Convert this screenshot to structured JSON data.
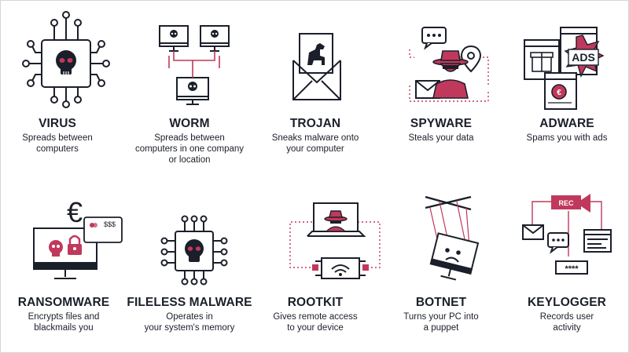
{
  "colors": {
    "ink": "#1b1f2a",
    "accent": "#c0395c",
    "red_dots": "#c0395c"
  },
  "cards": [
    {
      "id": "virus",
      "icon": "chip-skull-icon",
      "title": "VIRUS",
      "desc": [
        "Spreads between",
        "computers"
      ]
    },
    {
      "id": "worm",
      "icon": "network-monitors-icon",
      "title": "WORM",
      "desc": [
        "Spreads between",
        "computers in one company",
        "or location"
      ]
    },
    {
      "id": "trojan",
      "icon": "envelope-horse-icon",
      "title": "TROJAN",
      "desc": [
        "Sneaks malware onto",
        "your computer"
      ]
    },
    {
      "id": "spyware",
      "icon": "spy-agent-icon",
      "title": "SPYWARE",
      "desc": [
        "Steals your data"
      ]
    },
    {
      "id": "adware",
      "icon": "ads-popups-icon",
      "title": "ADWARE",
      "desc": [
        "Spams you with ads"
      ],
      "badge": "ADS"
    },
    {
      "id": "ransomware",
      "icon": "monitor-euro-lock-icon",
      "title": "RANSOMWARE",
      "desc": [
        "Encrypts files and",
        "blackmails you"
      ],
      "card_text": "$$$"
    },
    {
      "id": "fileless",
      "icon": "chip-skull-icon",
      "title": "FILELESS MALWARE",
      "desc": [
        "Operates in",
        "your system's memory"
      ]
    },
    {
      "id": "rootkit",
      "icon": "laptop-spy-remote-icon",
      "title": "ROOTKIT",
      "desc": [
        "Gives remote access",
        "to your device"
      ]
    },
    {
      "id": "botnet",
      "icon": "puppet-monitor-icon",
      "title": "BOTNET",
      "desc": [
        "Turns your PC into",
        "a puppet"
      ]
    },
    {
      "id": "keylogger",
      "icon": "rec-camera-keyboard-icon",
      "title": "KEYLOGGER",
      "desc": [
        "Records user",
        "activity"
      ],
      "rec_label": "REC",
      "password_mask": "****"
    }
  ]
}
